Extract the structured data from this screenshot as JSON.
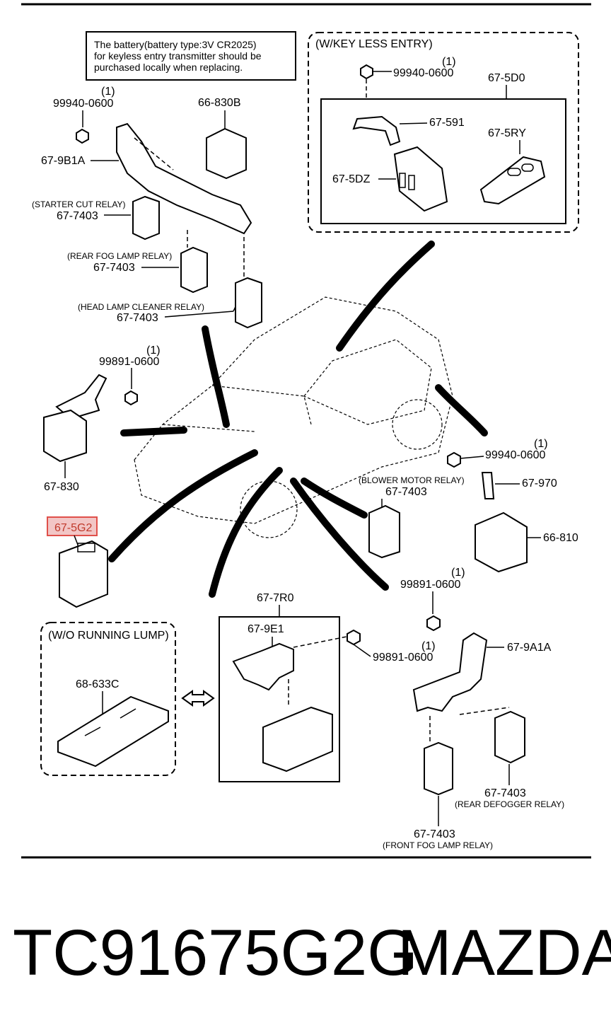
{
  "note": {
    "line1": "The battery(battery type:3V CR2025)",
    "line2": "for keyless entry transmitter should be",
    "line3": "purchased locally when replacing."
  },
  "keyless_group": {
    "title": "(W/KEY LESS ENTRY)",
    "qty_nut": "(1)",
    "nut": "99940-0600",
    "assembly": "67-5D0",
    "bracket": "67-591",
    "transmitter": "67-5RY",
    "unit": "67-5DZ"
  },
  "left_upper": {
    "qty_nut": "(1)",
    "nut": "99940-0600",
    "relay_top": "66-830B",
    "bracket": "67-9B1A",
    "starter_relay_caption": "(STARTER CUT RELAY)",
    "starter_relay": "67-7403",
    "rear_fog_caption": "(REAR FOG LAMP RELAY)",
    "rear_fog": "67-7403",
    "head_cleaner_caption": "(HEAD LAMP CLEANER RELAY)",
    "head_cleaner": "67-7403"
  },
  "left_middle": {
    "qty_nut": "(1)",
    "nut": "99891-0600",
    "unit": "67-830",
    "highlighted": "67-5G2"
  },
  "right_middle": {
    "qty_nut": "(1)",
    "nut": "99940-0600",
    "bracket": "67-970",
    "blower_caption": "(BLOWER MOTOR RELAY)",
    "blower": "67-7403",
    "module": "66-810"
  },
  "running_lamp": {
    "title": "(W/O RUNNING LUMP)",
    "part": "68-633C"
  },
  "center_bottom": {
    "assembly": "67-7R0",
    "bracket": "67-9E1",
    "qty_nut": "(1)",
    "nut": "99891-0600"
  },
  "right_bottom": {
    "qty_nut": "(1)",
    "nut": "99891-0600",
    "bracket": "67-9A1A",
    "rear_defogger": "67-7403",
    "rear_defogger_caption": "(REAR DEFOGGER RELAY)",
    "front_fog": "67-7403",
    "front_fog_caption": "(FRONT FOG LAMP RELAY)"
  },
  "footer": {
    "part_number": "TC91675G2G",
    "brand": "MAZDA"
  }
}
